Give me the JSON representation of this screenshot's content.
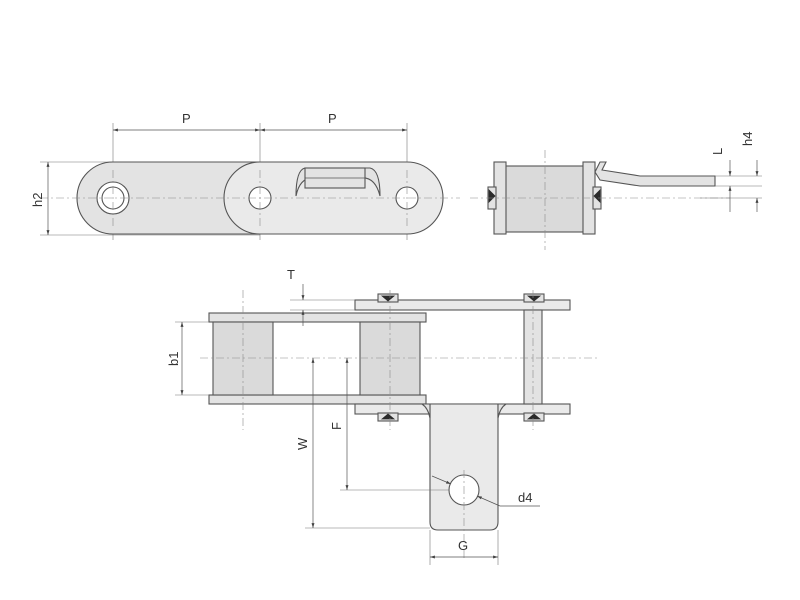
{
  "labels": {
    "pitch_left": "P",
    "pitch_right": "P",
    "height_h2": "h2",
    "offset_L": "L",
    "height_h4": "h4",
    "thickness_T": "T",
    "inner_width_b1": "b1",
    "flange_F": "F",
    "width_W": "W",
    "hole_d4": "d4",
    "tab_width_G": "G"
  }
}
